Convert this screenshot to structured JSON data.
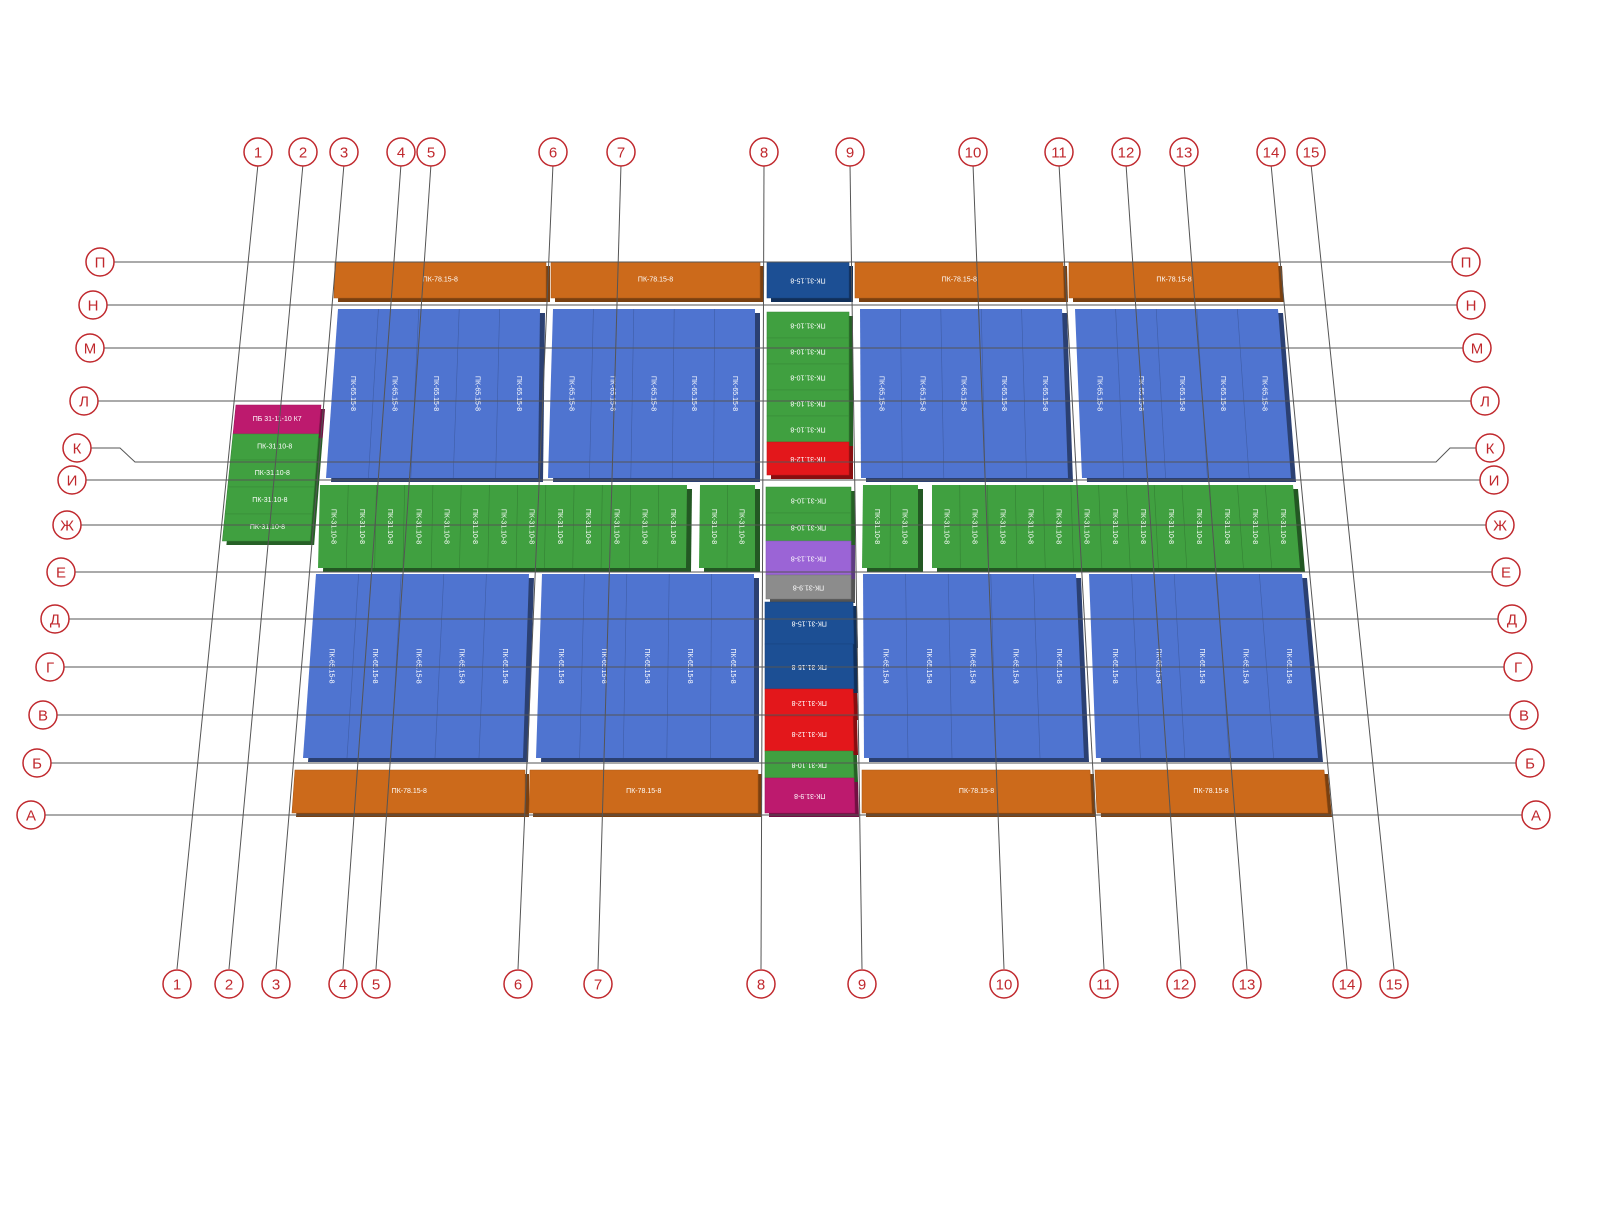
{
  "colors": {
    "orange": "#cc6a1b",
    "blue": "#4f74d0",
    "dark_blue": "#1c4f94",
    "green": "#40a040",
    "red": "#e3171b",
    "magenta": "#bd1a6e",
    "purple": "#9b64d6",
    "gray": "#8c8c8c",
    "bubble_red": "#c0282d"
  },
  "axes": {
    "numbers": [
      "1",
      "2",
      "3",
      "4",
      "5",
      "6",
      "7",
      "8",
      "9",
      "10",
      "11",
      "12",
      "13",
      "14",
      "15"
    ],
    "letters": [
      "П",
      "Н",
      "М",
      "Л",
      "К",
      "И",
      "Ж",
      "Е",
      "Д",
      "Г",
      "В",
      "Б",
      "А"
    ]
  },
  "labels": {
    "edge_slab": "ПК-78.15-8",
    "wide_panel": "ПК-65.15-8",
    "green_slab": "ПК-31.10-8",
    "top_mid": "ПК-31.15-8",
    "red_small": "ПК-31.12-8",
    "pk31_9": "ПК-31.9-8",
    "side_top": "ПБ 31-11-10 К7"
  },
  "slabs": {
    "top_row": [
      "ПК-78.15-8",
      "ПК-78.15-8",
      "ПК-31.15-8",
      "ПК-78.15-8",
      "ПК-78.15-8"
    ],
    "bottom_row": [
      "ПК-78.15-8",
      "ПК-78.15-8",
      "ПК-31.9-8",
      "ПК-78.15-8",
      "ПК-78.15-8"
    ],
    "center_upper": [
      "ПК-31.10-8",
      "ПК-31.10-8",
      "ПК-31.10-8",
      "ПК-31.10-8",
      "ПК-31.10-8",
      "ПК-31.12-8"
    ],
    "center_middle": [
      "ПК-31.10-8",
      "ПК-31.10-8",
      "ПК-31.13-8",
      "ПК-31.9-8"
    ],
    "center_lower": [
      "ПК-31.15-8",
      "ПК-31.15-8",
      "ПК-31.12-8",
      "ПК-31.12-8",
      "ПК-31.10-8"
    ],
    "side_stack": [
      "ПБ 31-11-10 К7",
      "ПК-31.10-8",
      "ПК-31.10-8",
      "ПК-31.10-8",
      "ПК-31.10-8"
    ]
  }
}
